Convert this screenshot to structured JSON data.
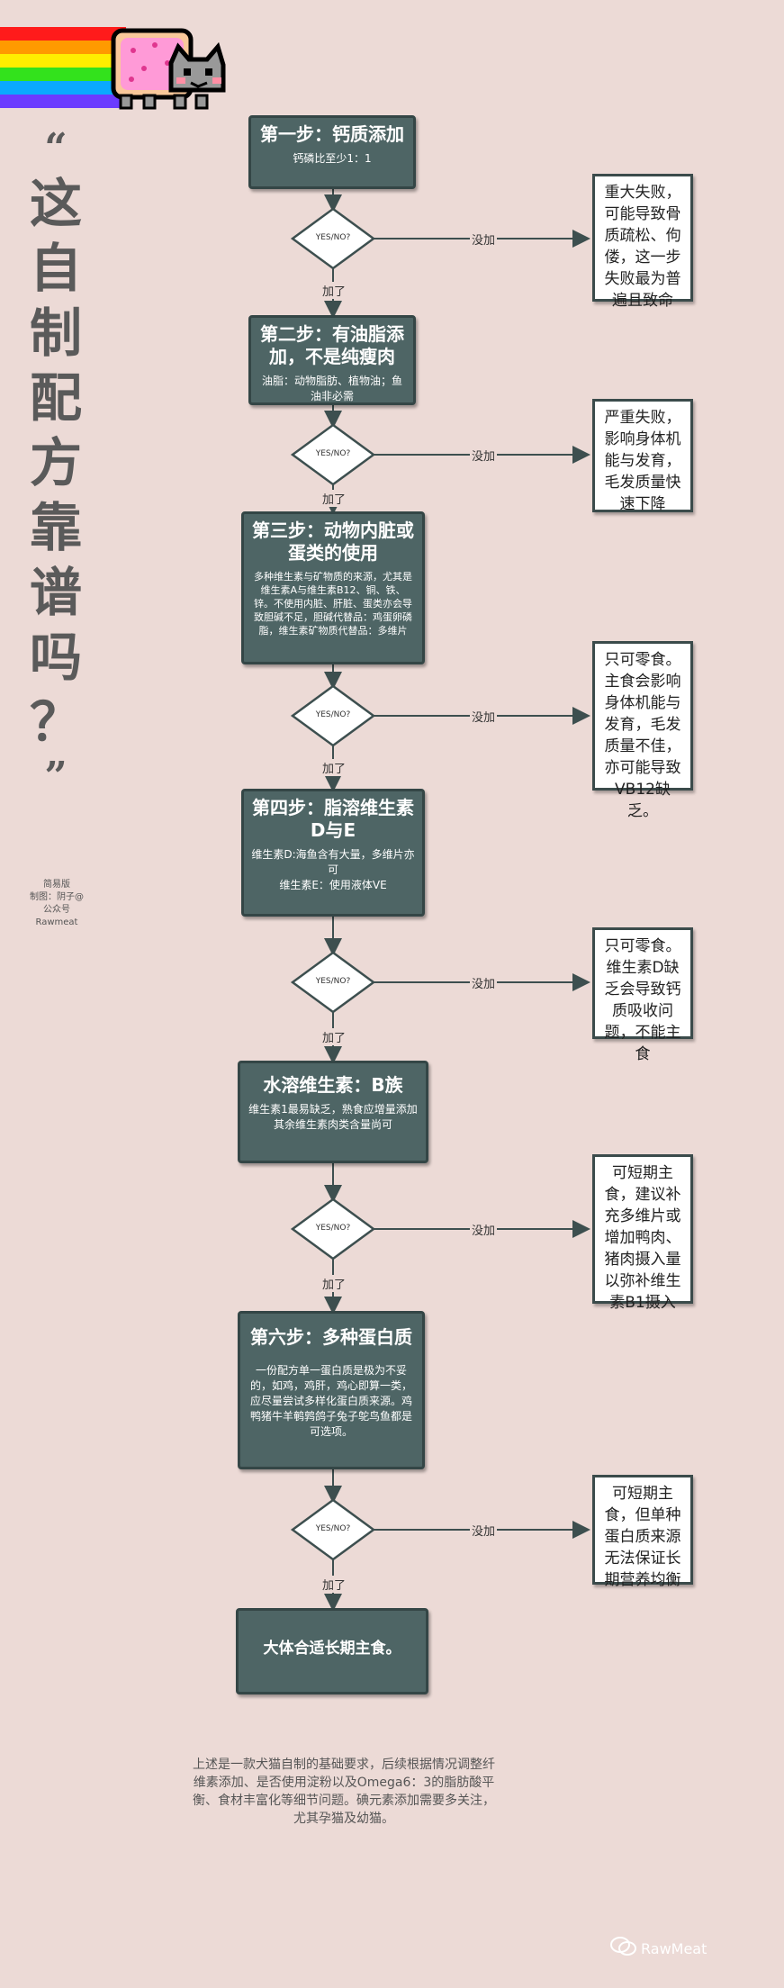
{
  "title": {
    "open_quote": "“",
    "chars": [
      "这",
      "自",
      "制",
      "配",
      "方",
      "靠",
      "谱",
      "吗",
      "？"
    ],
    "close_quote": "”"
  },
  "credits": [
    "简易版",
    "制图：阴子@",
    "公众号",
    "Rawmeat"
  ],
  "decision_text": "YES/NO?",
  "yes_label": "加了",
  "no_label": "没加",
  "steps": [
    {
      "title": "第一步：钙质添加",
      "desc": [
        "钙磷比至少1：1"
      ]
    },
    {
      "title": "第二步：有油脂添加，不是纯瘦肉",
      "desc": [
        "油脂：动物脂肪、植物油；鱼油非必需"
      ]
    },
    {
      "title": "第三步：动物内脏或蛋类的使用",
      "desc": [
        "多种维生素与矿物质的来源，尤其是维生素A与维生素B12、铜、铁、锌。不使用内脏、肝脏、蛋类亦会导致胆碱不足，胆碱代替品：鸡蛋卵磷脂，维生素矿物质代替品：多维片"
      ]
    },
    {
      "title": "第四步：脂溶维生素D与E",
      "desc": [
        "维生素D:海鱼含有大量，多维片亦可",
        "维生素E：使用液体VE"
      ]
    },
    {
      "title": "水溶维生素：B族",
      "desc": [
        "维生素1最易缺乏，熟食应增量添加",
        "其余维生素肉类含量尚可"
      ]
    },
    {
      "title": "第六步：多种蛋白质",
      "desc": [
        "一份配方单一蛋白质是极为不妥的，如鸡，鸡肝，鸡心即算一类，应尽量尝试多样化蛋白质来源。鸡鸭猪牛羊鹌鹑鸽子兔子鸵鸟鱼都是可选项。"
      ]
    }
  ],
  "outcomes": [
    "重大失败，可能导致骨质疏松、佝偻，这一步失败最为普遍且致命",
    "严重失败，影响身体机能与发育，毛发质量快速下降",
    "只可零食。主食会影响身体机能与发育，毛发质量不佳，亦可能导致VB12缺乏。",
    "只可零食。维生素D缺乏会导致钙质吸收问题，不能主食",
    "可短期主食，建议补充多维片或增加鸭肉、猪肉摄入量以弥补维生素B1摄入",
    "可短期主食，但单种蛋白质来源无法保证长期营养均衡"
  ],
  "final": "大体合适长期主食。",
  "footer": "上述是一款犬猫自制的基础要求，后续根据情况调整纤维素添加、是否使用淀粉以及Omega6：3的脂肪酸平衡、食材丰富化等细节问题。碘元素添加需要多关注，尤其孕猫及幼猫。",
  "brand": "RawMeat",
  "colors": {
    "background": "#ecdad6",
    "box": "#4e6565",
    "box_border": "#344646"
  }
}
